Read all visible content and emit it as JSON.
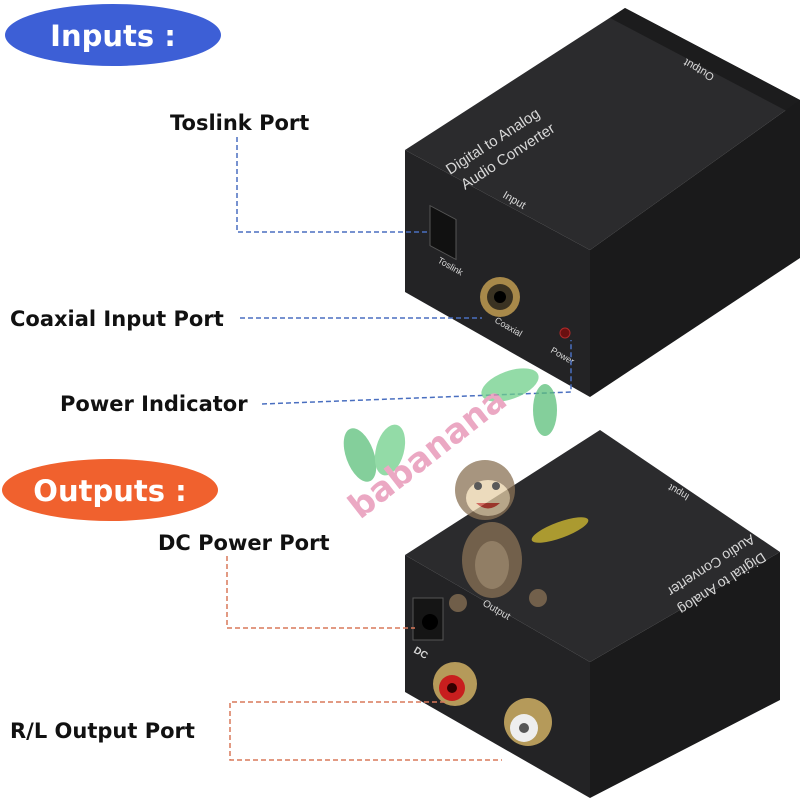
{
  "inputs_section": {
    "title": "Inputs :",
    "color": "#3d5fd6",
    "labels": {
      "toslink": "Toslink Port",
      "coaxial": "Coaxial Input Port",
      "power": "Power Indicator"
    }
  },
  "outputs_section": {
    "title": "Outputs :",
    "color": "#f0612e",
    "labels": {
      "dc": "DC Power Port",
      "rl": "R/L Output Port"
    }
  },
  "device_text": {
    "line1": "Digital to Analog",
    "line2": "Audio Converter",
    "input": "Input",
    "output": "Output",
    "toslink": "Toslink",
    "coaxial": "Coaxial",
    "power": "Power",
    "dc": "DC"
  },
  "watermark": "babanana"
}
